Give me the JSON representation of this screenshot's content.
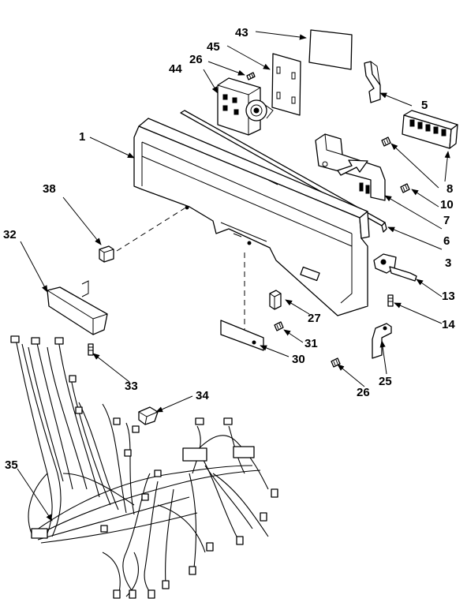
{
  "diagram": {
    "labels": {
      "p1": "1",
      "p3": "3",
      "p5": "5",
      "p6": "6",
      "p7": "7",
      "p8": "8",
      "p10": "10",
      "p13": "13",
      "p14": "14",
      "p25": "25",
      "p26_top": "26",
      "p26_bottom": "26",
      "p27": "27",
      "p30": "30",
      "p31": "31",
      "p32": "32",
      "p33": "33",
      "p34": "34",
      "p35": "35",
      "p38": "38",
      "p43": "43",
      "p44": "44",
      "p45": "45"
    }
  }
}
